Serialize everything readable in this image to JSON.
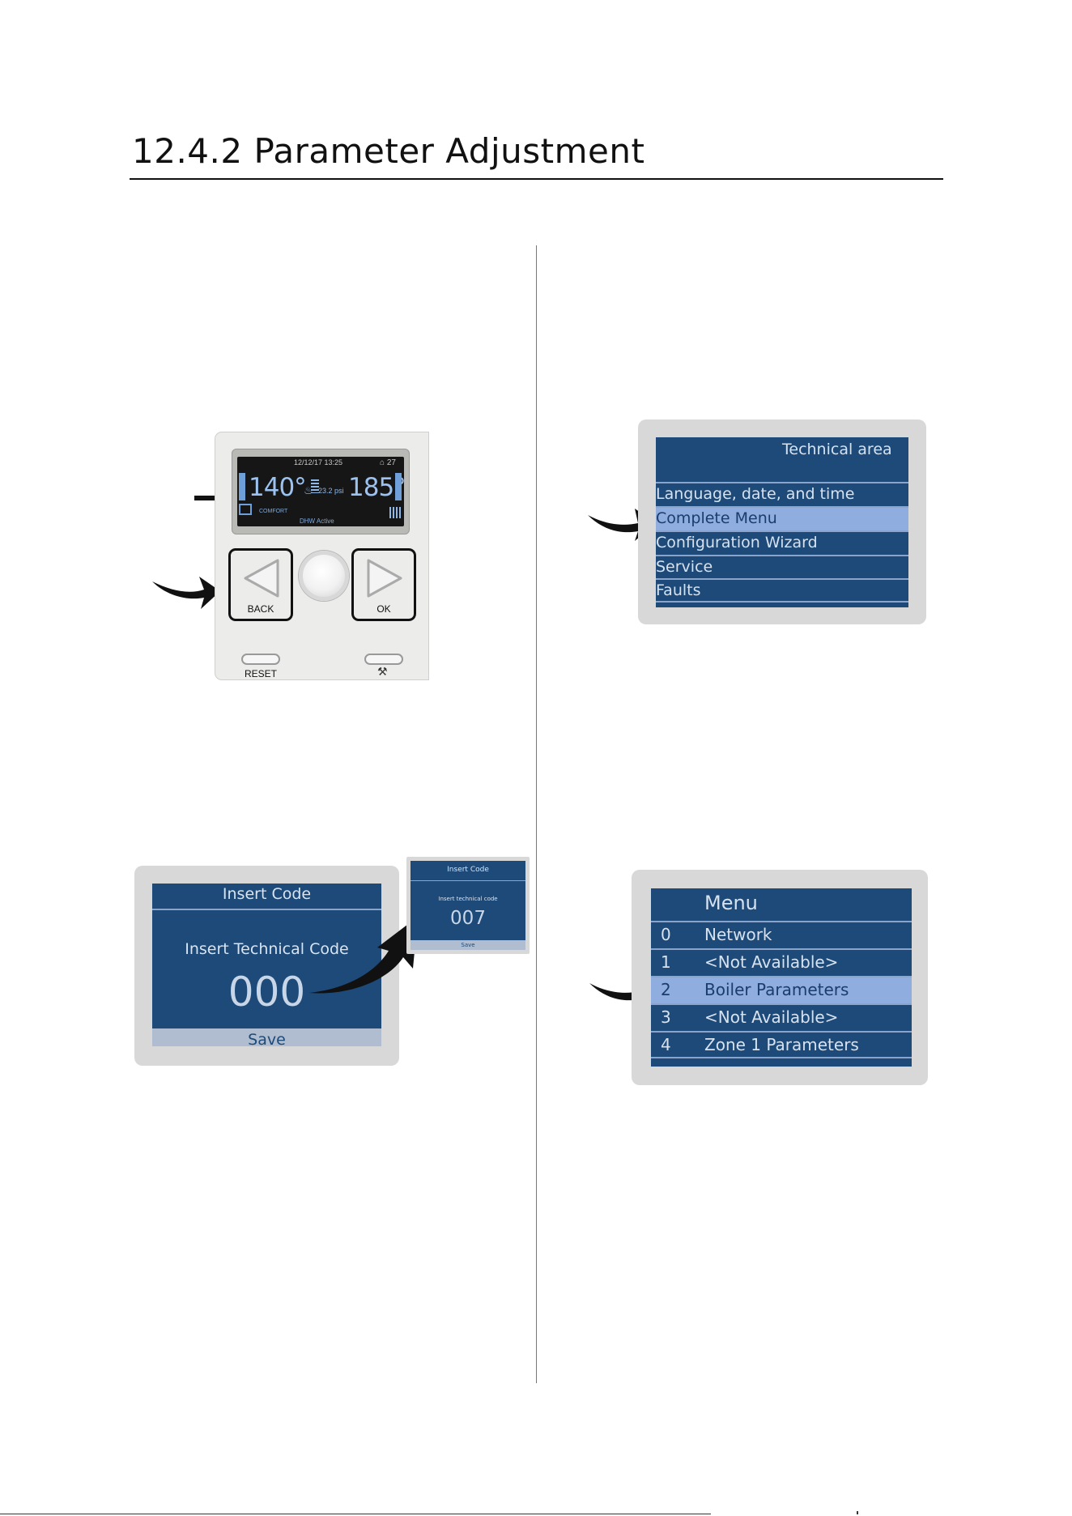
{
  "page": {
    "heading": "12.4.2 Parameter Adjustment"
  },
  "control_panel": {
    "lcd": {
      "datetime": "12/12/17 13:25",
      "right_indicator": "27",
      "temp_left": "140°",
      "temp_right": "185°",
      "pressure": "23.2 psi",
      "mode": "COMFORT",
      "status": "DHW Active"
    },
    "back_label": "BACK",
    "ok_label": "OK",
    "reset_label": "RESET",
    "icons": [
      "arrow-left-icon",
      "arrow-right-icon",
      "flame-icon",
      "home-icon",
      "tool-icon"
    ]
  },
  "technical_area": {
    "title": "Technical area",
    "items": [
      {
        "label": "Language, date, and time",
        "selected": false
      },
      {
        "label": "Complete Menu",
        "selected": true
      },
      {
        "label": "Configuration Wizard",
        "selected": false
      },
      {
        "label": "Service",
        "selected": false
      },
      {
        "label": "Faults",
        "selected": false
      }
    ]
  },
  "insert_code": {
    "header": "Insert Code",
    "subtitle": "Insert Technical Code",
    "value": "000",
    "save": "Save"
  },
  "insert_code_result": {
    "header": "Insert Code",
    "subtitle": "Insert technical code",
    "value": "007",
    "save": "Save"
  },
  "menu": {
    "title": "Menu",
    "items": [
      {
        "num": "0",
        "label": "Network",
        "selected": false
      },
      {
        "num": "1",
        "label": "<Not Available>",
        "selected": false
      },
      {
        "num": "2",
        "label": "Boiler Parameters",
        "selected": true
      },
      {
        "num": "3",
        "label": "<Not Available>",
        "selected": false
      },
      {
        "num": "4",
        "label": "Zone 1 Parameters",
        "selected": false
      }
    ]
  },
  "colors": {
    "screen_blue": "#1d4a78",
    "selected_row": "#8faddf",
    "screen_bezel": "#d8d8d8"
  }
}
